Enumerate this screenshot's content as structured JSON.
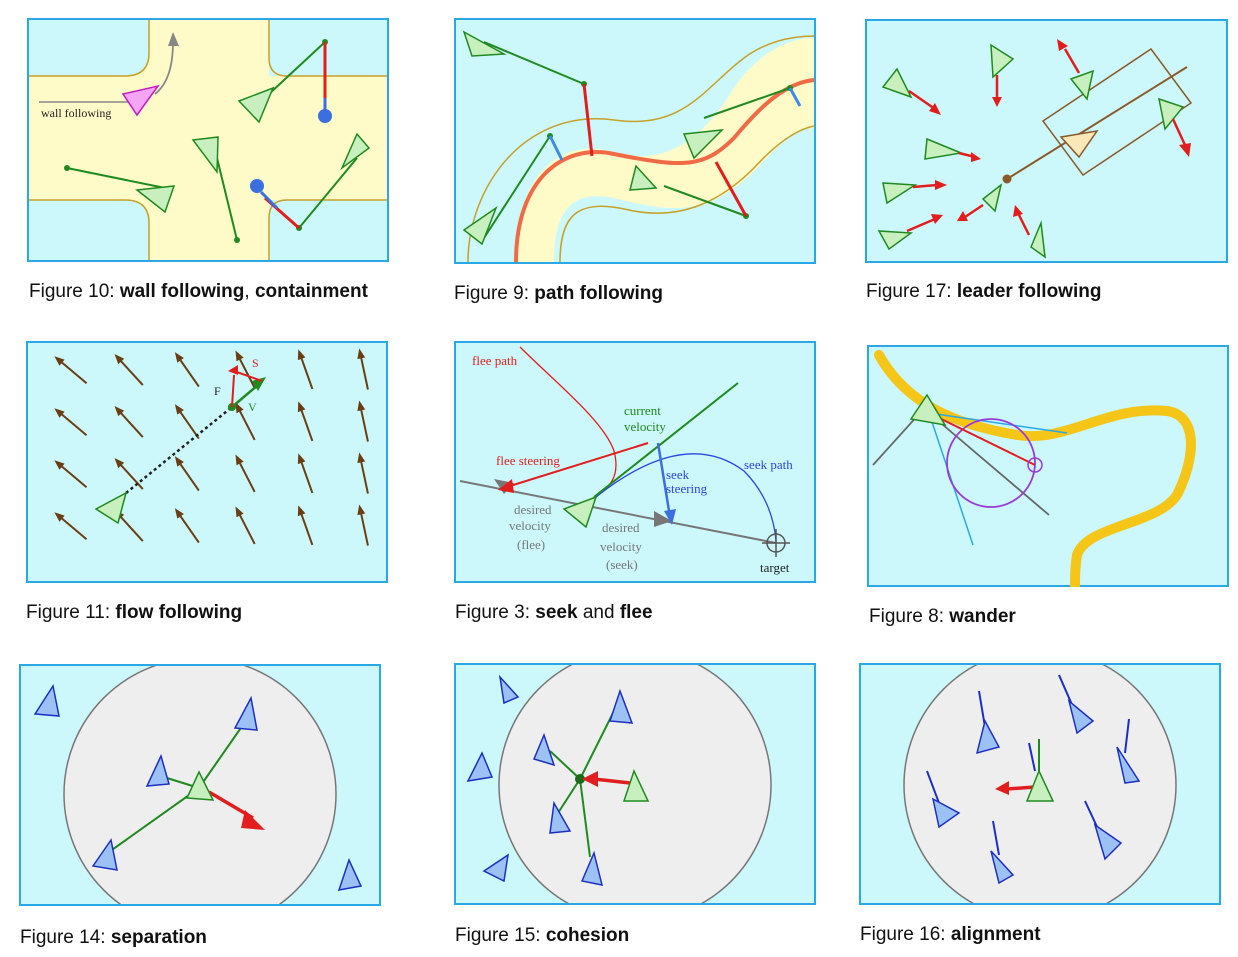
{
  "colors": {
    "panel_bg": "#ccf8fb",
    "panel_border": "#2aa8e6",
    "road": "#fffbc8",
    "road_edge": "#c7a02a",
    "agent_fill": "#c8f0bf",
    "agent_stroke": "#1f8a1f",
    "flock_fill": "#9cc2f5",
    "flock_stroke": "#1c2fc0",
    "red": "#e21d1d",
    "arrow_brown": "#6b3d12",
    "neighborhood": "#eeeeee"
  },
  "figures": [
    {
      "id": "fig10",
      "prefix": "Figure 10: ",
      "bold1": "wall following",
      "mid": ", ",
      "bold2": "containment",
      "suffix": ""
    },
    {
      "id": "fig9",
      "prefix": "Figure 9: ",
      "bold1": "path following",
      "mid": "",
      "bold2": "",
      "suffix": ""
    },
    {
      "id": "fig17",
      "prefix": "Figure 17: ",
      "bold1": "leader following",
      "mid": "",
      "bold2": "",
      "suffix": ""
    },
    {
      "id": "fig11",
      "prefix": "Figure 11: ",
      "bold1": "flow following",
      "mid": "",
      "bold2": "",
      "suffix": ""
    },
    {
      "id": "fig3",
      "prefix": "Figure 3: ",
      "bold1": "seek",
      "mid": " and ",
      "bold2": "flee",
      "suffix": ""
    },
    {
      "id": "fig8",
      "prefix": "Figure 8: ",
      "bold1": "wander",
      "mid": "",
      "bold2": "",
      "suffix": ""
    },
    {
      "id": "fig14",
      "prefix": "Figure 14: ",
      "bold1": "separation",
      "mid": "",
      "bold2": "",
      "suffix": ""
    },
    {
      "id": "fig15",
      "prefix": "Figure 15: ",
      "bold1": "cohesion",
      "mid": "",
      "bold2": "",
      "suffix": ""
    },
    {
      "id": "fig16",
      "prefix": "Figure 16: ",
      "bold1": "alignment",
      "mid": "",
      "bold2": "",
      "suffix": ""
    }
  ],
  "labels": {
    "wall_following": "wall following",
    "flee_path": "flee path",
    "current_velocity_1": "current",
    "current_velocity_2": "velocity",
    "flee_steering": "flee steering",
    "seek_steering_1": "seek",
    "seek_steering_2": "steering",
    "seek_path": "seek path",
    "desired_flee_1": "desired",
    "desired_flee_2": "velocity",
    "desired_flee_3": "(flee)",
    "desired_seek_1": "desired",
    "desired_seek_2": "velocity",
    "desired_seek_3": "(seek)",
    "target": "target",
    "flow_s": "S",
    "flow_f": "F",
    "flow_v": "V"
  }
}
